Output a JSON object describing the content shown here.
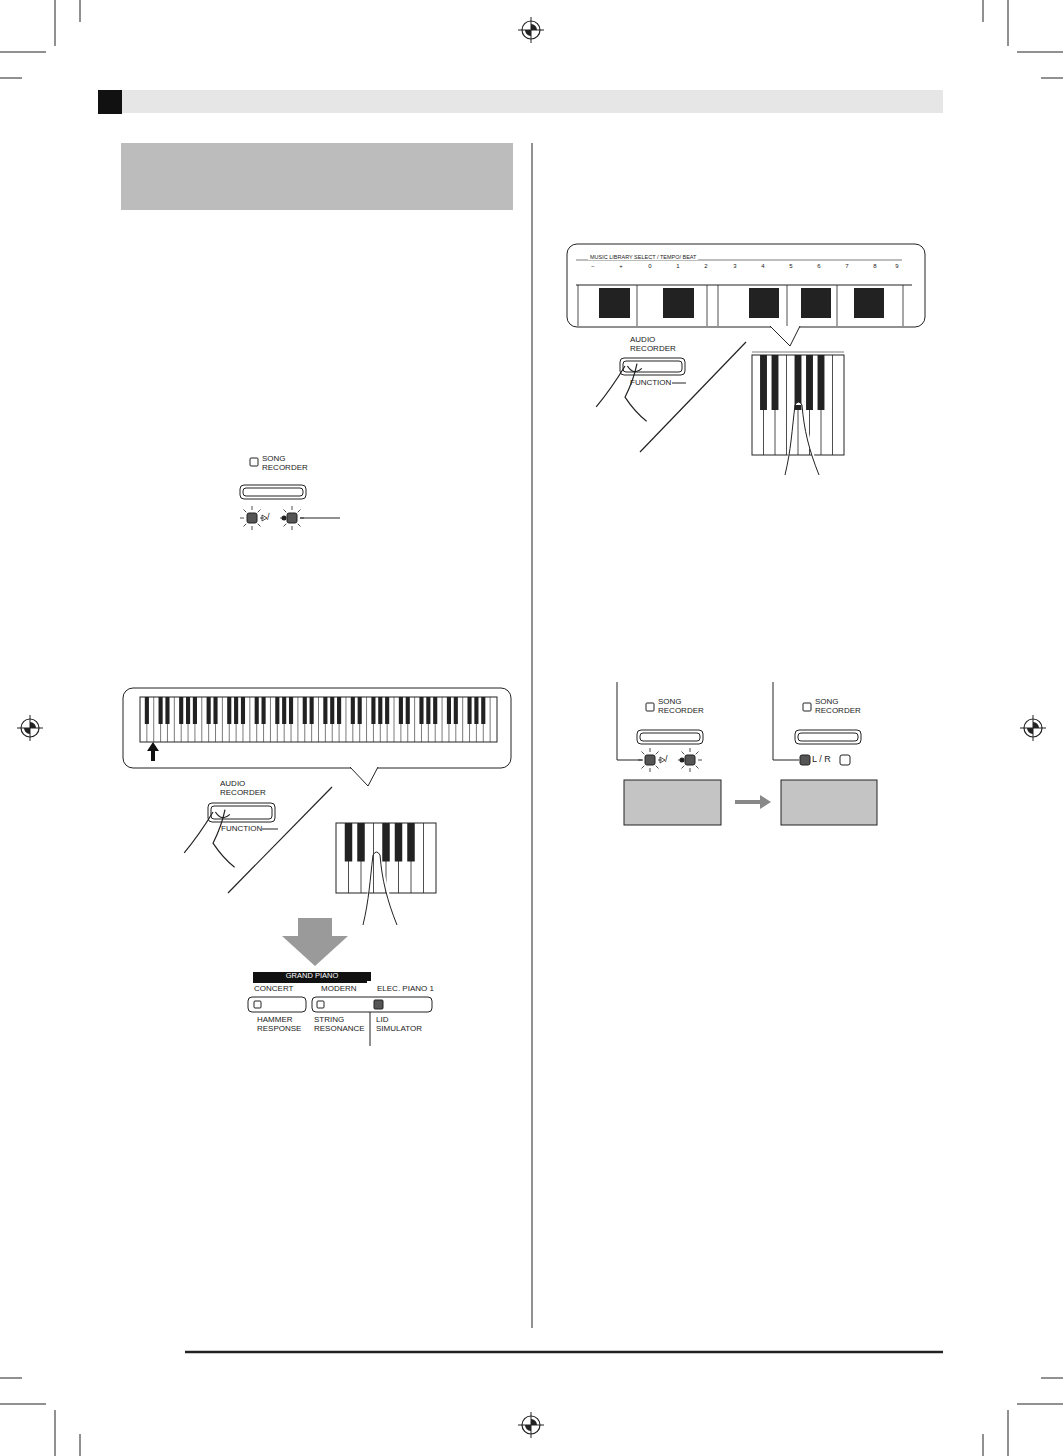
{
  "diagram": {
    "labels": [
      "SONG RECORDER",
      "/",
      "AUDIO RECORDER",
      "FUNCTION",
      "GRAND PIANO",
      "CONCERT",
      "MODERN",
      "ELEC. PIANO 1",
      "HAMMER RESPONSE",
      "STRING RESONANCE",
      "LID SIMULATOR",
      "MUSIC LIBRARY SELECT / TEMPO/ BEAT",
      "−",
      "+",
      "0",
      "1",
      "2",
      "3",
      "4",
      "5",
      "6",
      "7",
      "8",
      "9",
      "AUDIO RECORDER",
      "FUNCTION",
      "SONG RECORDER",
      "/",
      "SONG RECORDER",
      "L / R"
    ]
  }
}
